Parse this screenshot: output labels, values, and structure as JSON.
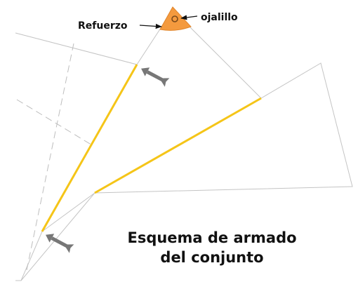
{
  "labels": {
    "refuerzo": "Refuerzo",
    "ojalillo": "ojalillo"
  },
  "title": {
    "line1": "Esquema de armado",
    "line2": "del conjunto"
  },
  "colors": {
    "outline": "#bdbdbd",
    "fold_line": "#f5c518",
    "reinforcement": "#f49a3e",
    "eyelet": "#7a4a1a",
    "arrow": "#777777",
    "text": "#111111"
  }
}
